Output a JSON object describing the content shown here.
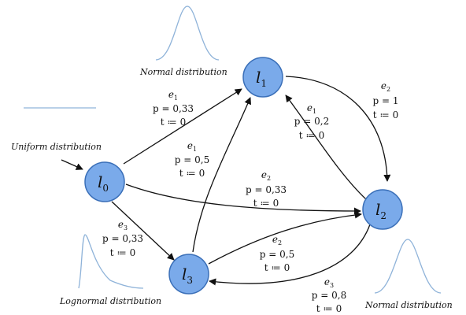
{
  "nodes": {
    "l0": {
      "base": "l",
      "sub": "0"
    },
    "l1": {
      "base": "l",
      "sub": "1"
    },
    "l2": {
      "base": "l",
      "sub": "2"
    },
    "l3": {
      "base": "l",
      "sub": "3"
    }
  },
  "distributions": {
    "uniform": "Uniform distribution",
    "normal_top": "Normal distribution",
    "lognormal": "Lognormal distribution",
    "normal_bottom": "Normal distribution"
  },
  "edges": {
    "l0_l1": {
      "event": "e",
      "event_sub": "1",
      "prob": "p = 0,33",
      "reset": "t ≔ 0"
    },
    "l1_l2": {
      "event": "e",
      "event_sub": "2",
      "prob": "p = 1",
      "reset": "t ≔ 0"
    },
    "l2_l1": {
      "event": "e",
      "event_sub": "1",
      "prob": "p = 0,2",
      "reset": "t ≔ 0"
    },
    "l3_l1": {
      "event": "e",
      "event_sub": "1",
      "prob": "p = 0,5",
      "reset": "t ≔ 0"
    },
    "l0_l2": {
      "event": "e",
      "event_sub": "2",
      "prob": "p = 0,33",
      "reset": "t ≔ 0"
    },
    "l0_l3": {
      "event": "e",
      "event_sub": "3",
      "prob": "p = 0,33",
      "reset": "t ≔ 0"
    },
    "l3_l2": {
      "event": "e",
      "event_sub": "2",
      "prob": "p = 0,5",
      "reset": "t ≔ 0"
    },
    "l2_l3": {
      "event": "e",
      "event_sub": "3",
      "prob": "p = 0,8",
      "reset": "t ≔ 0"
    }
  },
  "colors": {
    "node_fill": "#7aaaea",
    "node_stroke": "#3a6fb8",
    "curve": "#8fb3d9",
    "edge": "#111111"
  }
}
